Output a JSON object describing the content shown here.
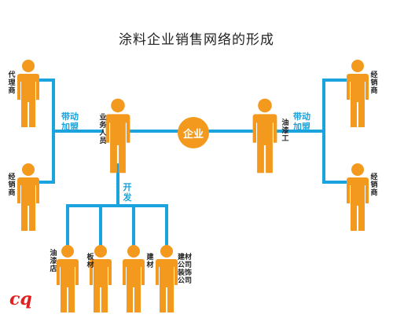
{
  "title": "涂料企业销售网络的形成",
  "center": "企业",
  "colors": {
    "person": "#f39a1e",
    "line": "#1aa3dd"
  },
  "nodes": {
    "left_top": "代理商",
    "left_bottom": "经销商",
    "salesperson": "业务人员",
    "painter": "油漆工",
    "right_top": "经销商",
    "right_bottom": "经销商",
    "paint_store": "油漆店",
    "board": "板材",
    "building": "建材",
    "decoration": "建材公司装饰公司"
  },
  "relations": {
    "left": [
      "带动",
      "加盟"
    ],
    "right": [
      "带动",
      "加盟"
    ],
    "develop": "开发"
  },
  "logo": "cq"
}
